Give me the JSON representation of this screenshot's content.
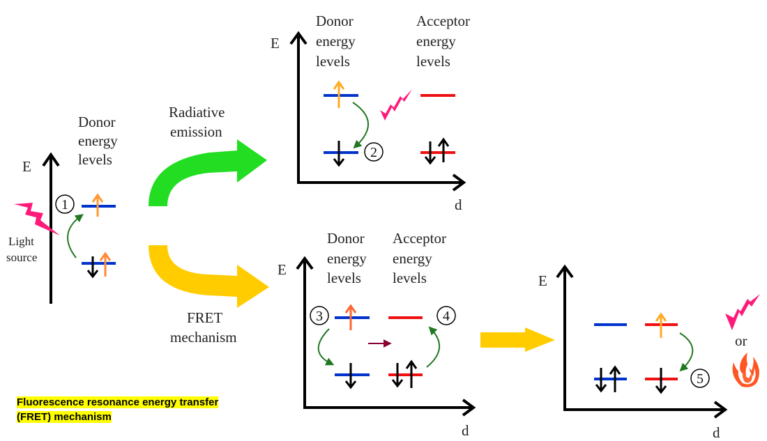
{
  "title_caption": {
    "line1": "Fluorescence resonance energy transfer",
    "line2": "(FRET) mechanism"
  },
  "colors": {
    "donor_level": "#0033cc",
    "acceptor_level": "#ee1111",
    "excited_electron": "#ff9933",
    "light": "#ff1a7a",
    "radiative_arrow": "#22dd22",
    "fret_arrow": "#ffcc00",
    "transition_arrow": "#227722",
    "transfer_arrow": "#880033"
  },
  "panel1": {
    "axis_e": "E",
    "heading": [
      "Donor",
      "energy",
      "levels"
    ],
    "step": "1",
    "light_label": [
      "Light",
      "source"
    ]
  },
  "branches": {
    "radiative": [
      "Radiative",
      "emission"
    ],
    "fret": [
      "FRET",
      "mechanism"
    ]
  },
  "panel2": {
    "axis_e": "E",
    "axis_d": "d",
    "donor_heading": [
      "Donor",
      "energy",
      "levels"
    ],
    "acceptor_heading": [
      "Acceptor",
      "energy",
      "levels"
    ],
    "step": "2"
  },
  "panel3": {
    "axis_e": "E",
    "axis_d": "d",
    "donor_heading": [
      "Donor",
      "energy",
      "levels"
    ],
    "acceptor_heading": [
      "Acceptor",
      "energy",
      "levels"
    ],
    "step_a": "3",
    "step_b": "4"
  },
  "panel4": {
    "axis_e": "E",
    "axis_d": "d",
    "step": "5",
    "or_label": "or"
  }
}
